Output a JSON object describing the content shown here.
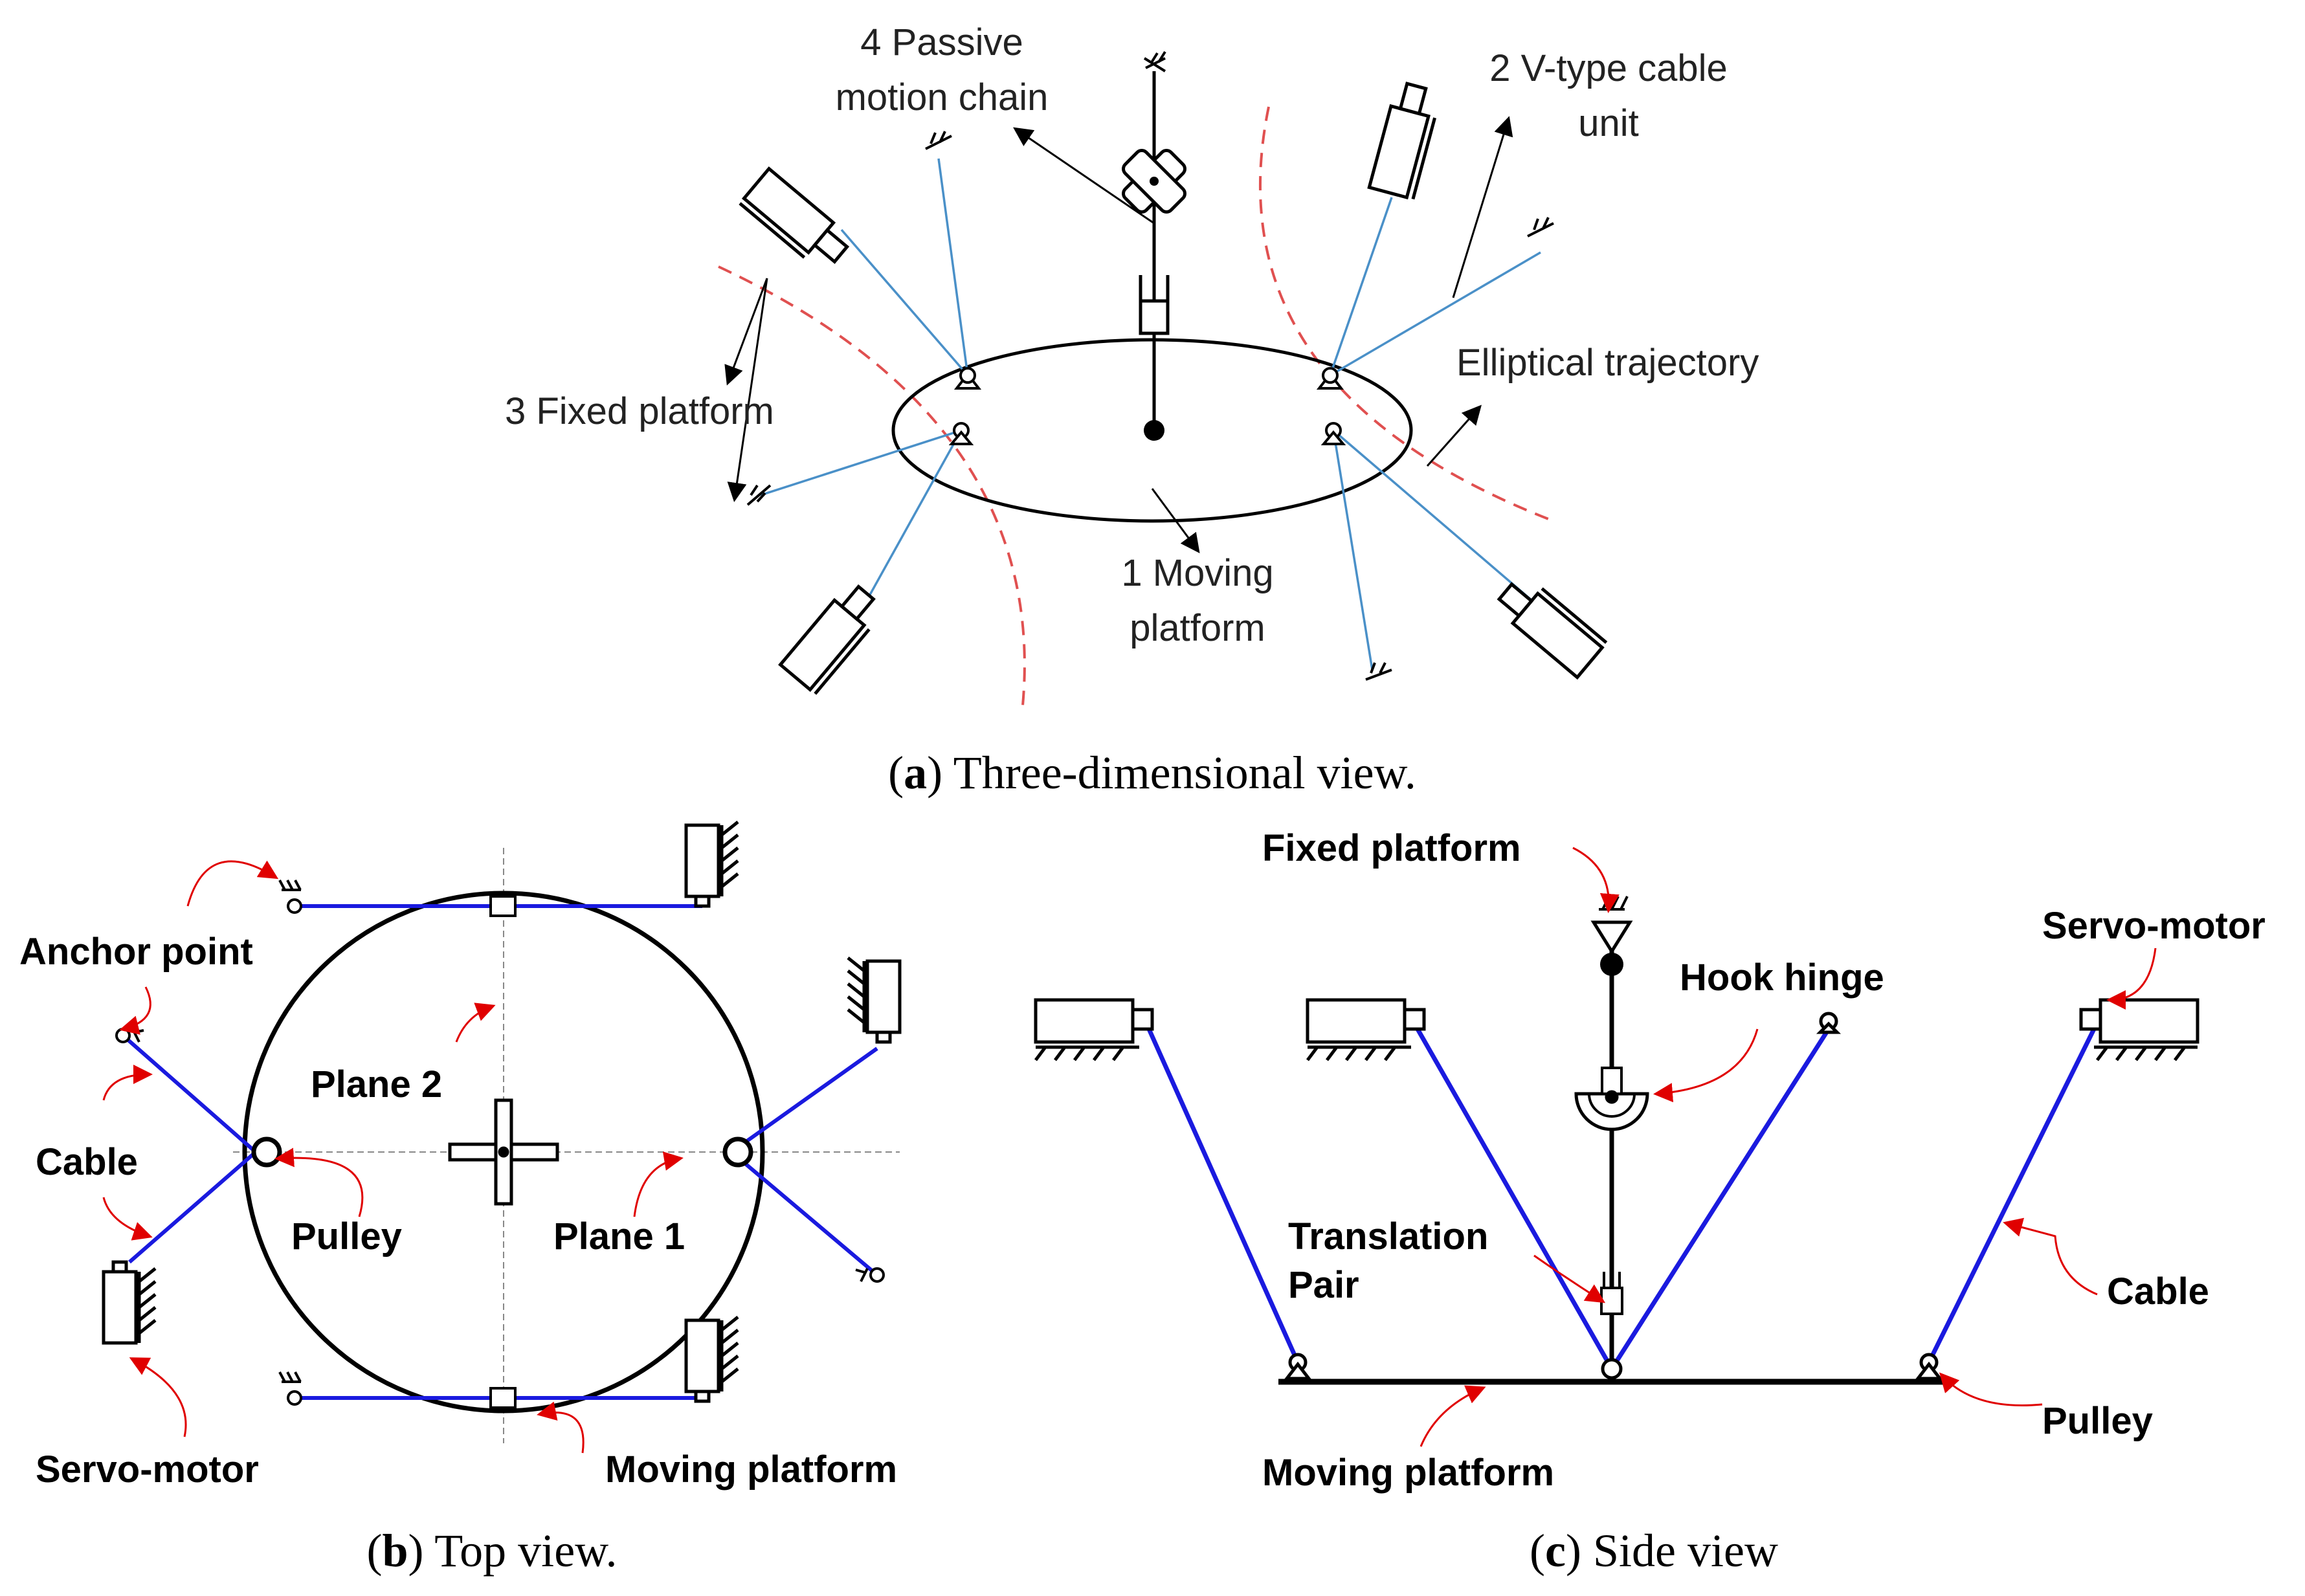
{
  "panel_a": {
    "caption_letter": "a",
    "caption_text": " Three-dimensional view.",
    "labels": {
      "passive_chain_line1": "4 Passive",
      "passive_chain_line2": "motion chain",
      "cable_unit_line1": "2 V-type cable",
      "cable_unit_line2": "unit",
      "elliptical_trajectory": "Elliptical trajectory",
      "fixed_platform": "3 Fixed platform",
      "moving_platform_line1": "1 Moving",
      "moving_platform_line2": "platform"
    }
  },
  "panel_b": {
    "caption_letter": "b",
    "caption_text": " Top view.",
    "labels": {
      "anchor_point": "Anchor point",
      "cable": "Cable",
      "pulley": "Pulley",
      "servo_motor": "Servo-motor",
      "plane_2": "Plane 2",
      "plane_1": "Plane 1",
      "moving_platform": "Moving platform"
    }
  },
  "panel_c": {
    "caption_letter": "c",
    "caption_text": " Side view",
    "labels": {
      "fixed_platform": "Fixed platform",
      "hook_hinge": "Hook hinge",
      "servo_motor": "Servo-motor",
      "translation_pair_line1": "Translation",
      "translation_pair_line2": "Pair",
      "cable": "Cable",
      "pulley": "Pulley",
      "moving_platform": "Moving platform"
    }
  },
  "colors": {
    "cable_panel_a": "#4a90c8",
    "cable_panels_bc": "#1a1adf",
    "trajectory": "#e05050",
    "annotation_arrow": "#e00000",
    "mechanism": "#000000"
  }
}
